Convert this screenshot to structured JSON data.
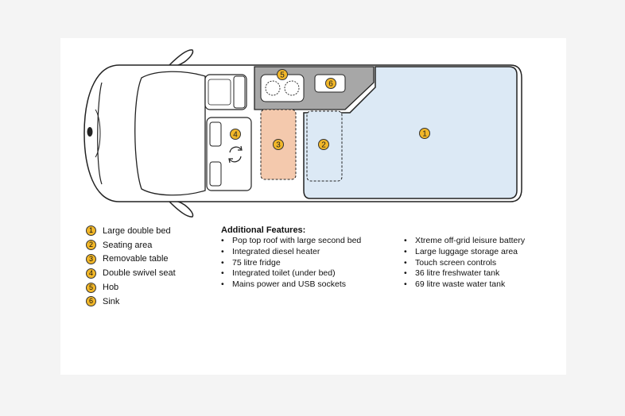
{
  "legend": [
    {
      "num": "1",
      "label": "Large double bed"
    },
    {
      "num": "2",
      "label": "Seating area"
    },
    {
      "num": "3",
      "label": "Removable table"
    },
    {
      "num": "4",
      "label": "Double swivel seat"
    },
    {
      "num": "5",
      "label": "Hob"
    },
    {
      "num": "6",
      "label": "Sink"
    }
  ],
  "features_title": "Additional Features:",
  "features_col1": [
    "Pop top roof with large second bed",
    "Integrated diesel heater",
    "75 litre fridge",
    "Integrated toilet (under bed)",
    "Mains power and USB sockets"
  ],
  "features_col2": [
    "Xtreme off-grid leisure battery",
    "Large luggage storage area",
    "Touch screen controls",
    "36 litre freshwater tank",
    "69 litre waste water tank"
  ],
  "colors": {
    "bed": "#dce9f5",
    "table": "#f4c9ad",
    "counter": "#a7a7a7",
    "badge": "#f2b728"
  }
}
